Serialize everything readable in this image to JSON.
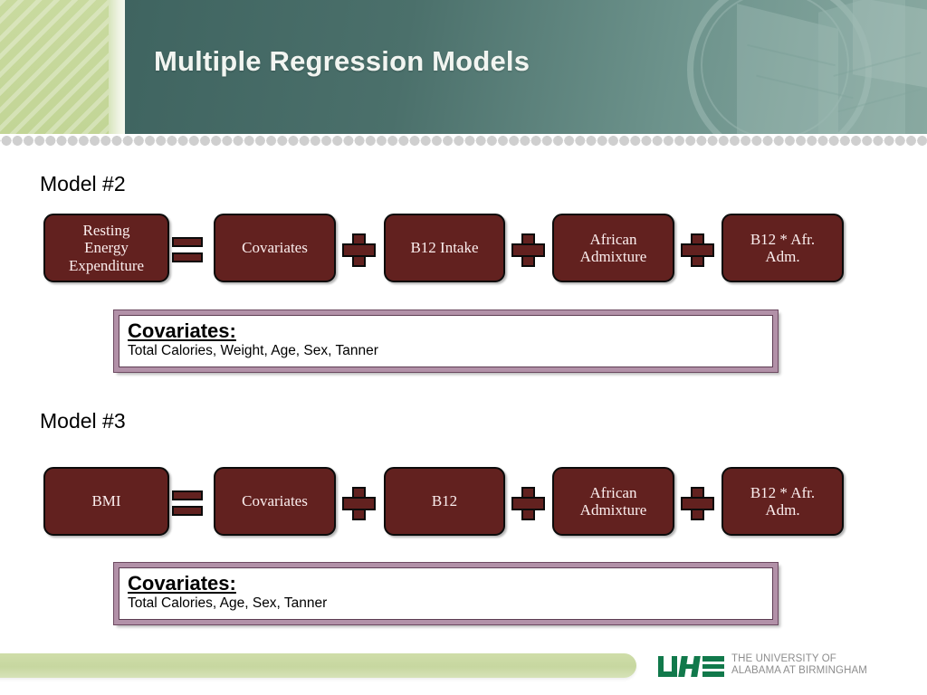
{
  "header": {
    "title": "Multiple Regression Models",
    "watermark": "uab-building-seal-watermark"
  },
  "models": [
    {
      "label": "Model #2",
      "terms": [
        {
          "type": "box",
          "text": "Resting\nEnergy\nExpenditure",
          "lines": [
            "Resting",
            "Energy",
            "Expenditure"
          ]
        },
        {
          "type": "operator",
          "symbol": "="
        },
        {
          "type": "box",
          "lines": [
            "Covariates"
          ]
        },
        {
          "type": "operator",
          "symbol": "+"
        },
        {
          "type": "box",
          "lines": [
            "B12 Intake"
          ]
        },
        {
          "type": "operator",
          "symbol": "+"
        },
        {
          "type": "box",
          "lines": [
            "African",
            "Admixture"
          ]
        },
        {
          "type": "operator",
          "symbol": "+"
        },
        {
          "type": "box",
          "lines": [
            "B12 * Afr.",
            "Adm."
          ]
        }
      ],
      "callout": {
        "title": "Covariates:",
        "list": "Total Calories, Weight, Age, Sex, Tanner"
      }
    },
    {
      "label": "Model #3",
      "terms": [
        {
          "type": "box",
          "lines": [
            "BMI"
          ]
        },
        {
          "type": "operator",
          "symbol": "="
        },
        {
          "type": "box",
          "lines": [
            "Covariates"
          ]
        },
        {
          "type": "operator",
          "symbol": "+"
        },
        {
          "type": "box",
          "lines": [
            "B12"
          ]
        },
        {
          "type": "operator",
          "symbol": "+"
        },
        {
          "type": "box",
          "lines": [
            "African",
            "Admixture"
          ]
        },
        {
          "type": "operator",
          "symbol": "+"
        },
        {
          "type": "box",
          "lines": [
            "B12 * Afr.",
            "Adm."
          ]
        }
      ],
      "callout": {
        "title": "Covariates:",
        "list": "Total Calories, Age, Sex, Tanner"
      }
    }
  ],
  "boxes": {
    "m2_outcome_l1": "Resting",
    "m2_outcome_l2": "Energy",
    "m2_outcome_l3": "Expenditure",
    "m2_covariates": "Covariates",
    "m2_b12": "B12 Intake",
    "m2_african_l1": "African",
    "m2_african_l2": "Admixture",
    "m2_interaction_l1": "B12 * Afr.",
    "m2_interaction_l2": "Adm.",
    "m3_outcome": "BMI",
    "m3_covariates": "Covariates",
    "m3_b12": "B12",
    "m3_african_l1": "African",
    "m3_african_l2": "Admixture",
    "m3_interaction_l1": "B12 * Afr.",
    "m3_interaction_l2": "Adm."
  },
  "footer": {
    "logo_mark": "uab-logo",
    "line1": "THE UNIVERSITY OF",
    "line2": "ALABAMA AT BIRMINGHAM"
  },
  "colors": {
    "box_fill": "#62211f",
    "box_border": "#0b0b0b",
    "header_teal_dark": "#3f6460",
    "header_teal_light": "#89a9a1",
    "header_stripe_green": "#c5d89a",
    "callout_border": "#b291a8",
    "callout_border_inner": "#5d3d53",
    "footer_bar_green": "#cbda9f",
    "uab_green": "#11794b",
    "uab_text_gray": "#8d8d8d",
    "divider_dot": "#cfcfcf"
  }
}
